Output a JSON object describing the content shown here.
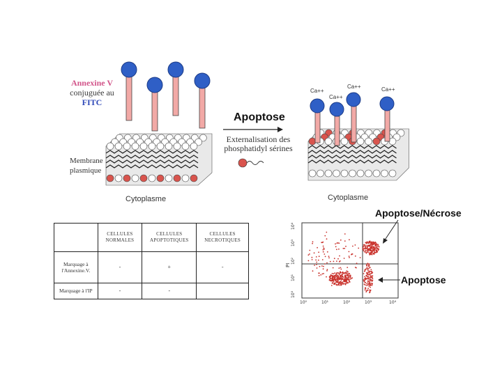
{
  "annexin_label": {
    "line1": "Annexine V",
    "line2": "conjuguée au",
    "line3": "FITC"
  },
  "membrane_label": {
    "line1": "Membrane",
    "line2": "plasmique"
  },
  "cytoplasm_left": "Cytoplasme",
  "cytoplasm_right": "Cytoplasme",
  "process": {
    "title": "Apoptose",
    "line1": "Externalisation des",
    "line2": "phosphatidyl sérines"
  },
  "calcium_labels": [
    "Ca++",
    "Ca++",
    "Ca++",
    "Ca++"
  ],
  "table": {
    "headers": [
      "CELLULES NORMALES",
      "CELLULES APOPTOTIQUES",
      "CELLULES NECROTIQUES"
    ],
    "rows": [
      {
        "label": "Marquage à l'Annexine.V.",
        "values": [
          "-",
          "+",
          "-"
        ]
      },
      {
        "label": "Marquage à l'IP",
        "values": [
          "-",
          "-",
          ""
        ]
      }
    ]
  },
  "flow_plot": {
    "ylabel": "PI",
    "x_ticks": [
      "10⁰",
      "10¹",
      "10²",
      "10³",
      "10⁴"
    ],
    "y_ticks": [
      "10⁰",
      "10¹",
      "10²",
      "10³",
      "10⁴"
    ],
    "annotation_top": "Apoptose/Nécrose",
    "annotation_bottom": "Apoptose"
  },
  "colors": {
    "head_blue": "#2f5fc6",
    "lipid_red": "#d9544d",
    "stalk_pink": "#f2a9a6",
    "dot_red": "#c9322c"
  }
}
